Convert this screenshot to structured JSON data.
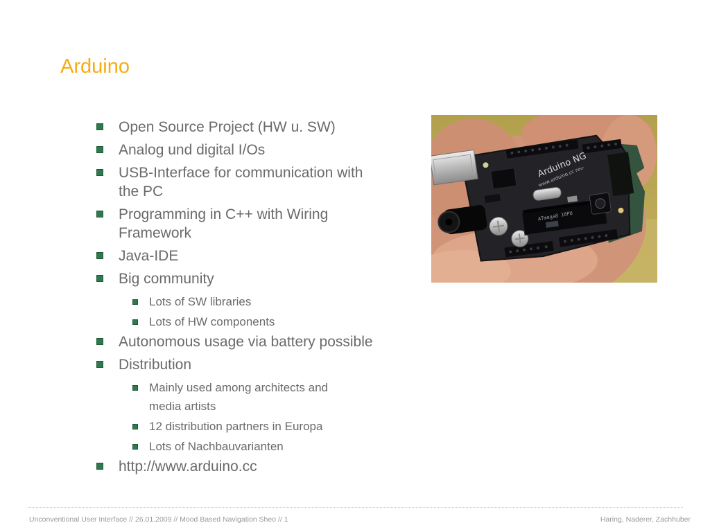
{
  "slide": {
    "title": "Arduino",
    "bullets": [
      {
        "level": 1,
        "text": "Open Source Project (HW u. SW)"
      },
      {
        "level": 1,
        "text": "Analog und digital I/Os"
      },
      {
        "level": 1,
        "text": "USB-Interface for communication with\nthe PC"
      },
      {
        "level": 1,
        "text": "Programming in C++ with Wiring\nFramework"
      },
      {
        "level": 1,
        "text": "Java-IDE"
      },
      {
        "level": 1,
        "text": "Big community"
      },
      {
        "level": 2,
        "text": "Lots of SW libraries"
      },
      {
        "level": 2,
        "text": "Lots of HW components"
      },
      {
        "level": 1,
        "text": "Autonomous usage via battery possible"
      },
      {
        "level": 1,
        "text": "Distribution"
      },
      {
        "level": 2,
        "text": "Mainly used among architects and\nmedia artists"
      },
      {
        "level": 2,
        "text": "12 distribution partners in Europa"
      },
      {
        "level": 2,
        "text": "Lots of Nachbauvarianten"
      },
      {
        "level": 1,
        "text": "http://www.arduino.cc"
      }
    ],
    "photo": {
      "alt": "arduino-board-held-in-hand",
      "board_label": "Arduino NG",
      "board_sublabel": "www.arduino.cc rev-"
    },
    "footer": {
      "left": "Unconventional User Interface // 26.01.2009 // Mood Based Navigation Sheo // 1",
      "right": "Haring, Naderer, Zachhuber"
    },
    "colors": {
      "title_amber": "#F9AB12",
      "bullet_green": "#2E7A4E",
      "body_gray": "#6A6A6A",
      "footer_gray": "#9A9A9A",
      "divider_gray": "#C4C4C4"
    }
  }
}
